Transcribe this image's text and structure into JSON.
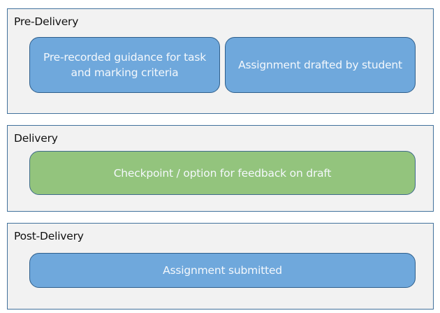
{
  "diagram": {
    "sections": [
      {
        "title": "Pre-Delivery",
        "steps": [
          {
            "label": "Pre-recorded guidance for task and marking criteria",
            "color": "#6fa8dc"
          },
          {
            "label": "Assignment drafted by student",
            "color": "#6fa8dc"
          }
        ]
      },
      {
        "title": "Delivery",
        "steps": [
          {
            "label": "Checkpoint / option for feedback on draft",
            "color": "#93c47d"
          }
        ]
      },
      {
        "title": "Post-Delivery",
        "steps": [
          {
            "label": "Assignment submitted",
            "color": "#6fa8dc"
          }
        ]
      }
    ],
    "colors": {
      "panel_background": "#f2f2f2",
      "panel_border": "#41719c",
      "blue_step": "#6fa8dc",
      "green_step": "#93c47d"
    }
  }
}
